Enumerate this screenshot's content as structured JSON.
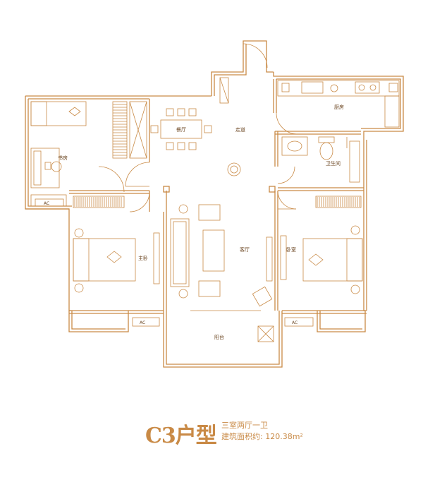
{
  "colors": {
    "line": "#c98a46",
    "label": "#6b4520",
    "background": "#ffffff"
  },
  "rooms": {
    "study": "书房",
    "dining": "餐厅",
    "corridor": "走道",
    "kitchen": "厨房",
    "bathroom": "卫生间",
    "master_bedroom": "主卧",
    "living_room": "客厅",
    "bedroom": "卧室",
    "balcony": "阳台"
  },
  "ac_label": "AC",
  "caption": {
    "type_code": "C3户型",
    "layout": "三室两厅一卫",
    "area": "建筑面积约: 120.38m²"
  }
}
